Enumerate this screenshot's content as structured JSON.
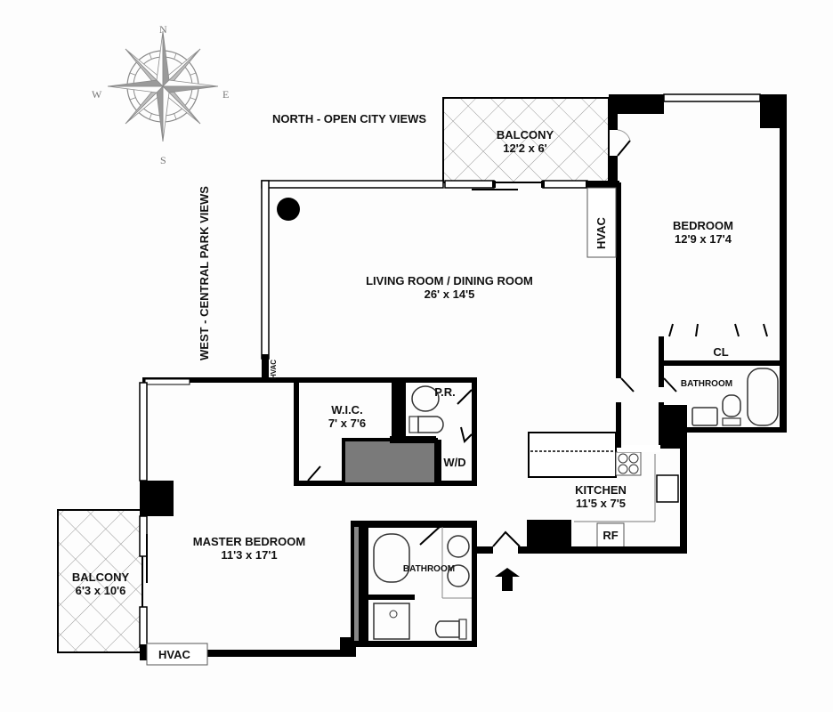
{
  "compass": {
    "north": "N",
    "south": "S",
    "east": "E",
    "west": "W",
    "color": "#8a8a8a"
  },
  "views": {
    "north": "NORTH - OPEN CITY VIEWS",
    "west": "WEST - CENTRAL PARK VIEWS"
  },
  "rooms": {
    "balcony_north": {
      "name": "BALCONY",
      "dims": "12'2 x 6'"
    },
    "bedroom": {
      "name": "BEDROOM",
      "dims": "12'9 x 17'4"
    },
    "living_dining": {
      "name": "LIVING ROOM / DINING ROOM",
      "dims": "26' x 14'5"
    },
    "closet": {
      "name": "CL"
    },
    "bedroom_bath": {
      "name": "BATHROOM"
    },
    "wic": {
      "name": "W.I.C.",
      "dims": "7' x 7'6"
    },
    "powder_room": {
      "name": "P.R."
    },
    "washer_dryer": {
      "name": "W/D"
    },
    "kitchen": {
      "name": "KITCHEN",
      "dims": "11'5 x 7'5"
    },
    "refrigerator": {
      "name": "RF"
    },
    "master_bedroom": {
      "name": "MASTER BEDROOM",
      "dims": "11'3 x 17'1"
    },
    "master_bath": {
      "name": "BATHROOM"
    },
    "balcony_west": {
      "name": "BALCONY",
      "dims": "6'3 x 10'6"
    }
  },
  "hvac_units": {
    "living": "HVAC",
    "west_small": "HVAC",
    "master": "HVAC"
  },
  "colors": {
    "wall": "#000000",
    "hatch": "#9a9a9a",
    "shaft": "#7a7a7a",
    "fixture": "#333333"
  }
}
